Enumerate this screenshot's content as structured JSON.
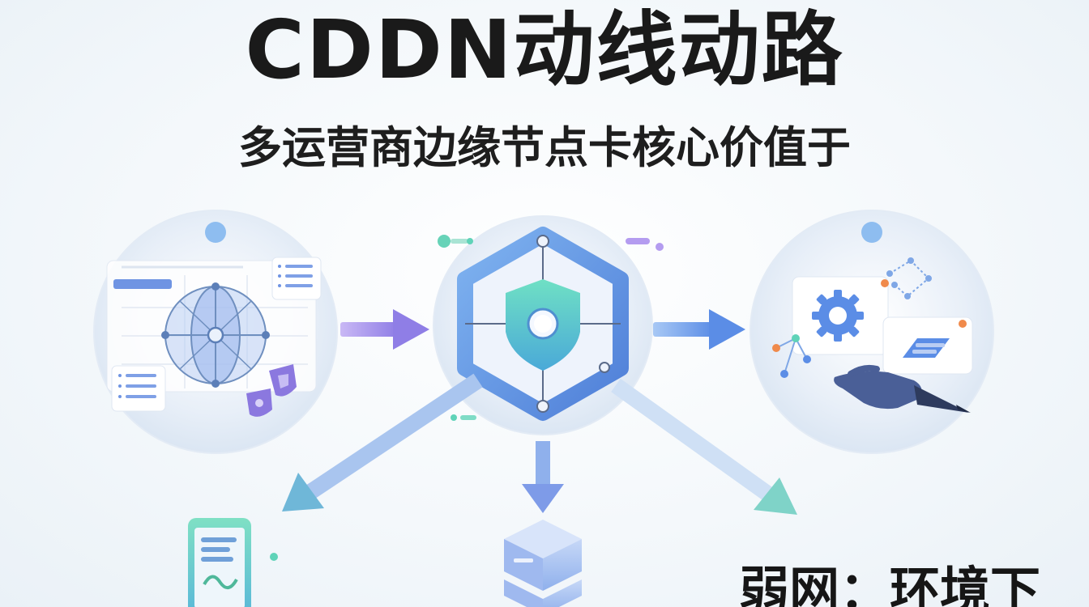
{
  "title": "CDDN动线动路",
  "subtitle": "多运营商边缘节点卡核心价值于",
  "bottom_caption": "弱网：环境下",
  "colors": {
    "primary_blue": "#5b8de6",
    "teal": "#5fd3b8",
    "purple": "#9a86e8",
    "navy": "#3f5d9c",
    "orange": "#f08a4b"
  },
  "icons": [
    "network-sphere-icon",
    "shield-hexagon-icon",
    "gear-icon",
    "hand-icon",
    "mobile-phone-icon",
    "server-stack-icon"
  ]
}
